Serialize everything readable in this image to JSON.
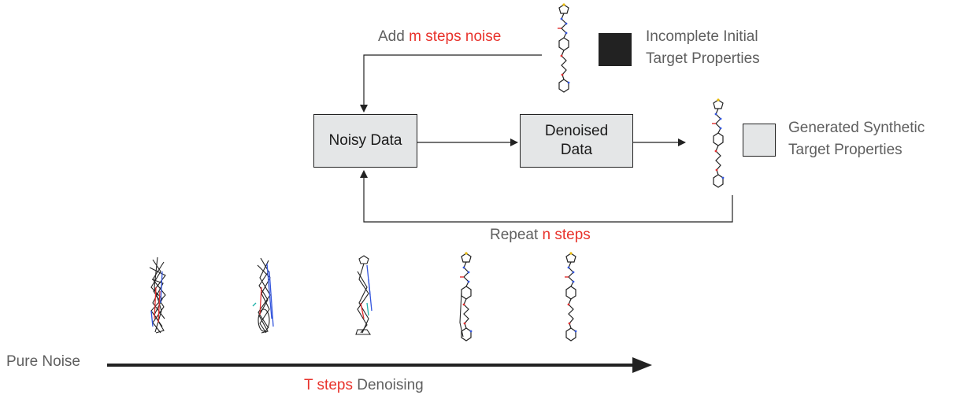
{
  "flow": {
    "add_noise": {
      "prefix": "Add ",
      "highlight": "m steps noise"
    },
    "repeat": {
      "prefix": "Repeat ",
      "highlight": "n steps"
    },
    "noisy_box": "Noisy Data",
    "denoised_box_line1": "Denoised",
    "denoised_box_line2": "Data"
  },
  "legend": {
    "initial_line1": "Incomplete Initial",
    "initial_line2": "Target Properties",
    "initial_color": "#222222",
    "generated_line1": "Generated Synthetic",
    "generated_line2": "Target Properties",
    "generated_color": "#e4e6e7"
  },
  "timeline": {
    "start_label": "Pure Noise",
    "axis_highlight": "T steps",
    "axis_suffix": " Denoising"
  },
  "colors": {
    "accent_red": "#e8322b",
    "text_gray": "#5f5f5f",
    "line": "#222222"
  }
}
